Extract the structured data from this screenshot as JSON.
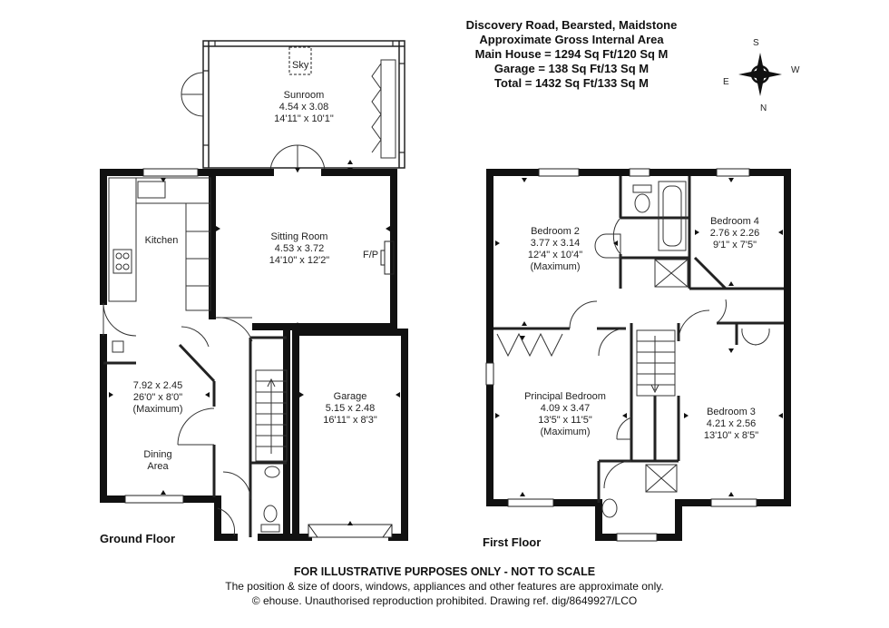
{
  "header": {
    "address": "Discovery Road, Bearsted, Maidstone",
    "area_title": "Approximate Gross Internal Area",
    "main_house": "Main House = 1294 Sq Ft/120 Sq M",
    "garage": "Garage = 138 Sq Ft/13 Sq M",
    "total": "Total = 1432 Sq Ft/133 Sq M"
  },
  "compass": {
    "n": "N",
    "s": "S",
    "e": "E",
    "w": "W"
  },
  "ground_floor": {
    "label": "Ground Floor",
    "sunroom": {
      "name": "Sunroom",
      "metric": "4.54 x 3.08",
      "imperial": "14'11\" x 10'1\"",
      "sky": "Sky"
    },
    "sitting_room": {
      "name": "Sitting Room",
      "metric": "4.53 x 3.72",
      "imperial": "14'10\" x 12'2\"",
      "fp": "F/P"
    },
    "kitchen": {
      "name": "Kitchen"
    },
    "dining": {
      "metric": "7.92 x 2.45",
      "imperial": "26'0\" x 8'0\"",
      "note": "(Maximum)",
      "name_line1": "Dining",
      "name_line2": "Area"
    },
    "garage_room": {
      "name": "Garage",
      "metric": "5.15 x 2.48",
      "imperial": "16'11\" x 8'3\""
    }
  },
  "first_floor": {
    "label": "First Floor",
    "bedroom2": {
      "name": "Bedroom 2",
      "metric": "3.77 x 3.14",
      "imperial": "12'4\" x 10'4\"",
      "note": "(Maximum)"
    },
    "bedroom4": {
      "name": "Bedroom 4",
      "metric": "2.76 x 2.26",
      "imperial": "9'1\" x 7'5\""
    },
    "principal": {
      "name": "Principal Bedroom",
      "metric": "4.09 x 3.47",
      "imperial": "13'5\" x 11'5\"",
      "note": "(Maximum)"
    },
    "bedroom3": {
      "name": "Bedroom 3",
      "metric": "4.21 x 2.56",
      "imperial": "13'10\" x 8'5\""
    }
  },
  "footer": {
    "line1": "FOR ILLUSTRATIVE PURPOSES ONLY - NOT TO SCALE",
    "line2": "The position & size of doors, windows, appliances and other features are approximate only.",
    "line3": "© ehouse. Unauthorised reproduction prohibited. Drawing ref. dig/8649927/LCO"
  }
}
